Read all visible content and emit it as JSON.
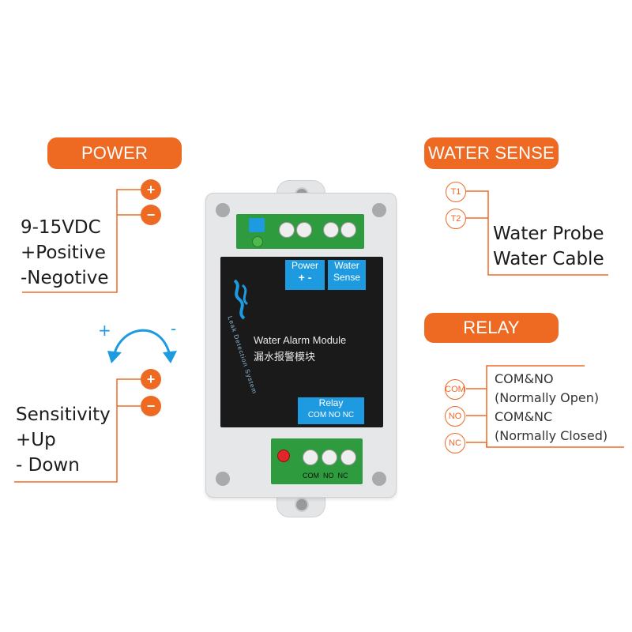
{
  "colors": {
    "accent": "#ee6a23",
    "label_blue": "#1e9be0",
    "device_body": "#e6e7e8",
    "panel": "#1a1a1a",
    "terminal": "#2e9c3e"
  },
  "power": {
    "title": "POWER",
    "plus": "+",
    "minus": "−",
    "lines": [
      "9-15VDC",
      "+Positive",
      "-Negotive"
    ]
  },
  "water_sense": {
    "title": "WATER SENSE",
    "t1": "T1",
    "t2": "T2",
    "lines": [
      "Water Probe",
      "Water Cable"
    ]
  },
  "relay": {
    "title": "RELAY",
    "com": "COM",
    "no": "NO",
    "nc": "NC",
    "lines": [
      "COM&NO",
      "(Normally Open)",
      "COM&NC",
      "(Normally Closed)"
    ]
  },
  "sensitivity": {
    "plus": "+",
    "minus": "−",
    "knob_plus": "+",
    "knob_minus": "-",
    "lines": [
      "Sensitivity",
      "+Up",
      "- Down"
    ]
  },
  "device": {
    "power_label": "Power",
    "power_pm": "+  -",
    "water_label": "Water",
    "water_sub": "Sense",
    "module_name": "Water Alarm Module",
    "module_name_cn": "漏水报警模块",
    "brand_vertical": "Leak Detection System",
    "relay_label": "Relay",
    "relay_sub": "COM  NO  NC",
    "bottom_terminal_labels": "COM  NO  NC"
  }
}
